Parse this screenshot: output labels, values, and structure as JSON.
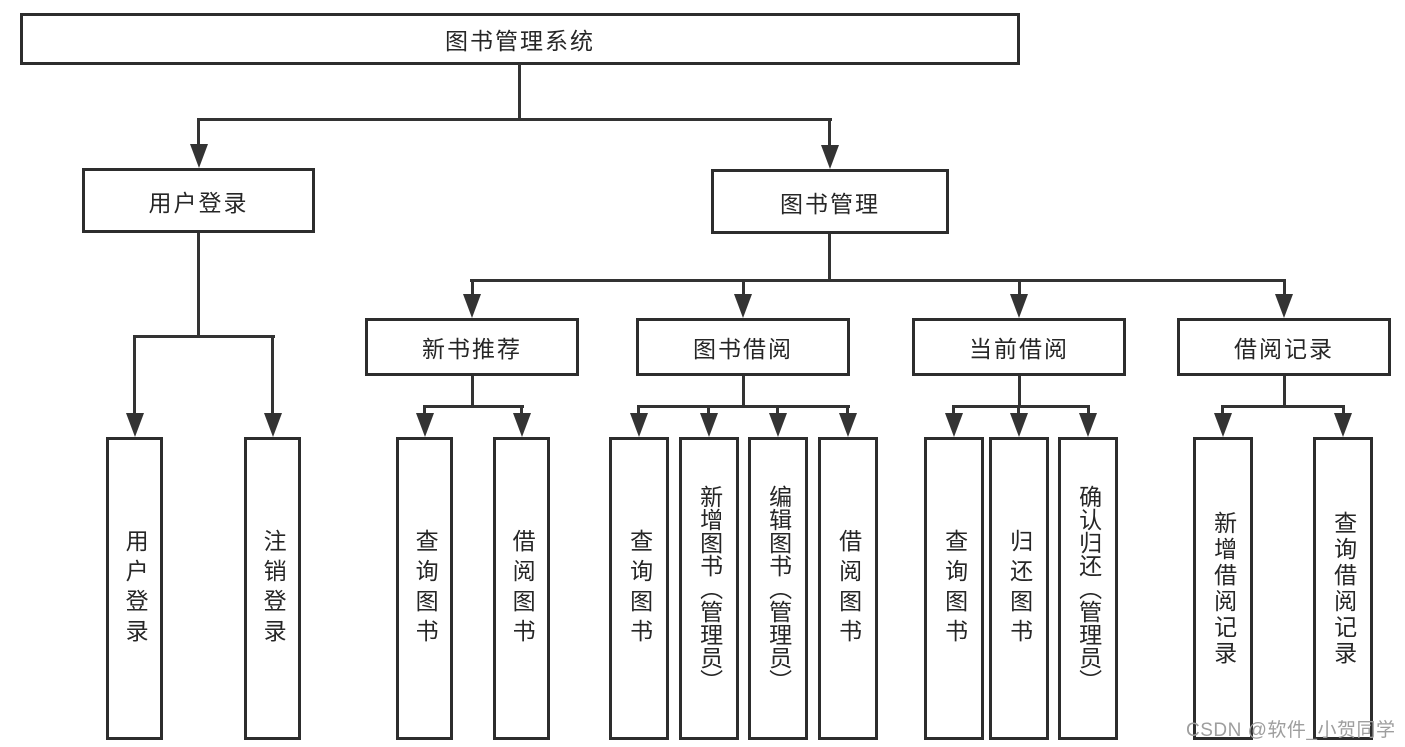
{
  "title": "图书管理系统",
  "watermark": "CSDN @软件_小贺同学",
  "colors": {
    "background": "#ffffff",
    "box_border": "#2d2d2d",
    "connector_line": "#333333",
    "text": "#262626",
    "watermark_text": "#9e9e9e"
  },
  "tree": {
    "label": "图书管理系统",
    "children": [
      {
        "label": "用户登录",
        "children": [
          {
            "label": "用户登录"
          },
          {
            "label": "注销登录"
          }
        ]
      },
      {
        "label": "图书管理",
        "children": [
          {
            "label": "新书推荐",
            "children": [
              {
                "label": "查询图书"
              },
              {
                "label": "借阅图书"
              }
            ]
          },
          {
            "label": "图书借阅",
            "children": [
              {
                "label": "查询图书"
              },
              {
                "label": "新增图书（管理员）"
              },
              {
                "label": "编辑图书（管理员）"
              },
              {
                "label": "借阅图书"
              }
            ]
          },
          {
            "label": "当前借阅",
            "children": [
              {
                "label": "查询图书"
              },
              {
                "label": "归还图书"
              },
              {
                "label": "确认归还（管理员）"
              }
            ]
          },
          {
            "label": "借阅记录",
            "children": [
              {
                "label": "新增借阅记录"
              },
              {
                "label": "查询借阅记录"
              }
            ]
          }
        ]
      }
    ]
  }
}
